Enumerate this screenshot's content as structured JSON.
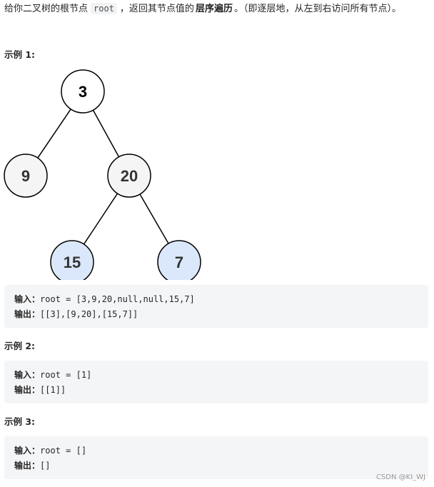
{
  "intro": {
    "text1": "给你二叉树的根节点",
    "code": "root",
    "text2": "，返回其节点值的",
    "bold": "层序遍历",
    "text3": "。（即逐层地，从左到右访问所有节点）。"
  },
  "example1": {
    "title": "示例 1:",
    "tree": {
      "nodes": [
        {
          "id": "n3",
          "value": "3",
          "fill": "#ffffff"
        },
        {
          "id": "n9",
          "value": "9",
          "fill": "#f5f5f5"
        },
        {
          "id": "n20",
          "value": "20",
          "fill": "#f5f5f5"
        },
        {
          "id": "n15",
          "value": "15",
          "fill": "#dbe8fb"
        },
        {
          "id": "n7",
          "value": "7",
          "fill": "#dbe8fb"
        }
      ],
      "edges": [
        [
          "n3",
          "n9"
        ],
        [
          "n3",
          "n20"
        ],
        [
          "n20",
          "n15"
        ],
        [
          "n20",
          "n7"
        ]
      ]
    },
    "input_label": "输入：",
    "input_value": "root = [3,9,20,null,null,15,7]",
    "output_label": "输出：",
    "output_value": "[[3],[9,20],[15,7]]"
  },
  "example2": {
    "title": "示例 2:",
    "input_label": "输入：",
    "input_value": "root = [1]",
    "output_label": "输出：",
    "output_value": "[[1]]"
  },
  "example3": {
    "title": "示例 3:",
    "input_label": "输入：",
    "input_value": "root = []",
    "output_label": "输出：",
    "output_value": "[]"
  },
  "watermark": "CSDN @KI_WJ"
}
